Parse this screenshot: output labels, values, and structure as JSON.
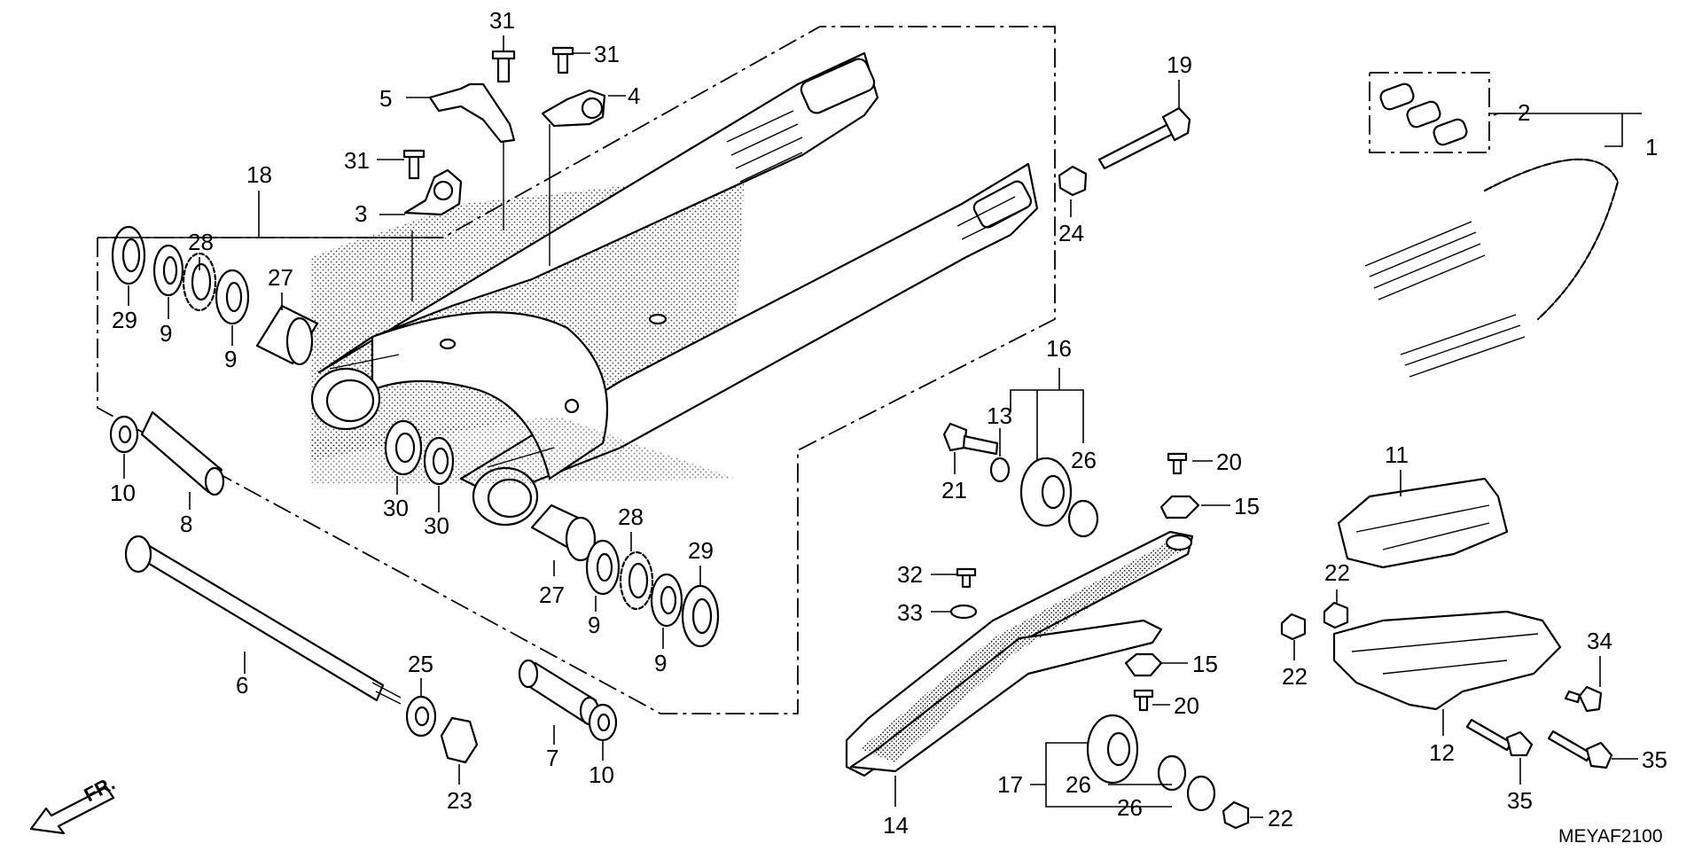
{
  "drawing_code": "MEYAF2100",
  "direction_label": "FR.",
  "callouts": [
    "1",
    "2",
    "3",
    "4",
    "5",
    "6",
    "7",
    "8",
    "9",
    "10",
    "11",
    "12",
    "13",
    "14",
    "15",
    "16",
    "17",
    "18",
    "19",
    "20",
    "21",
    "22",
    "23",
    "24",
    "25",
    "26",
    "27",
    "28",
    "29",
    "30",
    "31",
    "32",
    "33",
    "34",
    "35"
  ],
  "labels": {
    "n1": "1",
    "n2": "2",
    "n3": "3",
    "n4": "4",
    "n5": "5",
    "n6": "6",
    "n7": "7",
    "n8": "8",
    "n9": "9",
    "n10": "10",
    "n11": "11",
    "n12": "12",
    "n13": "13",
    "n14": "14",
    "n15": "15",
    "n16": "16",
    "n17": "17",
    "n18": "18",
    "n19": "19",
    "n20": "20",
    "n21": "21",
    "n22": "22",
    "n23": "23",
    "n24": "24",
    "n25": "25",
    "n26": "26",
    "n27": "27",
    "n28": "28",
    "n29": "29",
    "n30": "30",
    "n31": "31",
    "n32": "32",
    "n33": "33",
    "n34": "34",
    "n35": "35"
  }
}
